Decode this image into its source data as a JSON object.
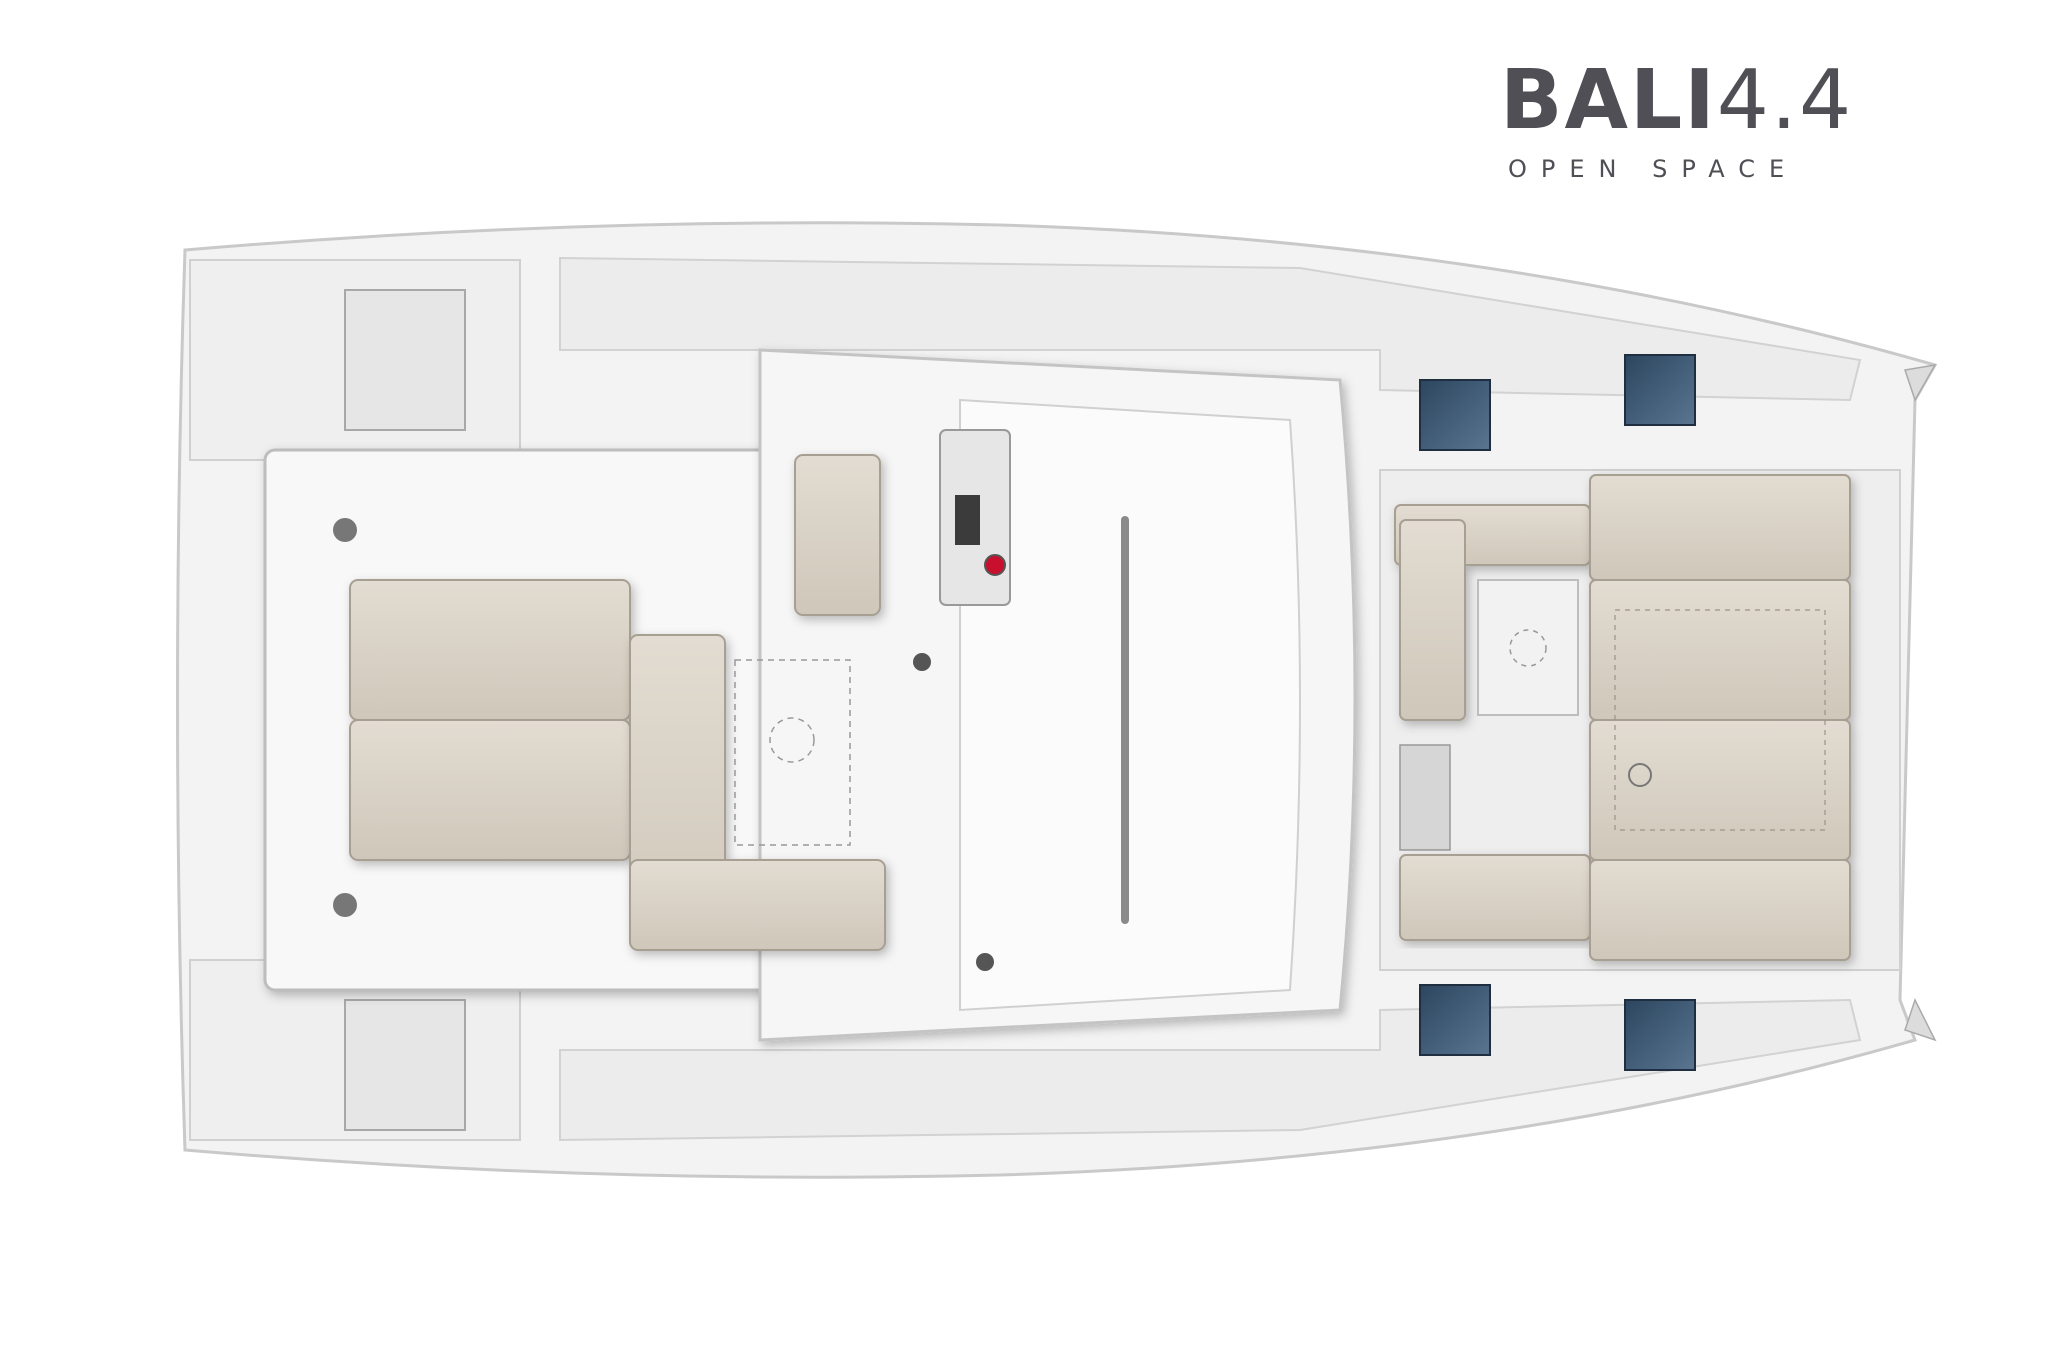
{
  "brand": {
    "name": "BALI",
    "model": "4.4",
    "tagline": "OPEN SPACE",
    "colors": {
      "text": "#4f4f55",
      "accent": "#c8102e"
    }
  },
  "plan": {
    "hull_color": "#f2f2f2",
    "cushion_color": "#d9d2c6",
    "hatch_color": "#3c5670"
  }
}
